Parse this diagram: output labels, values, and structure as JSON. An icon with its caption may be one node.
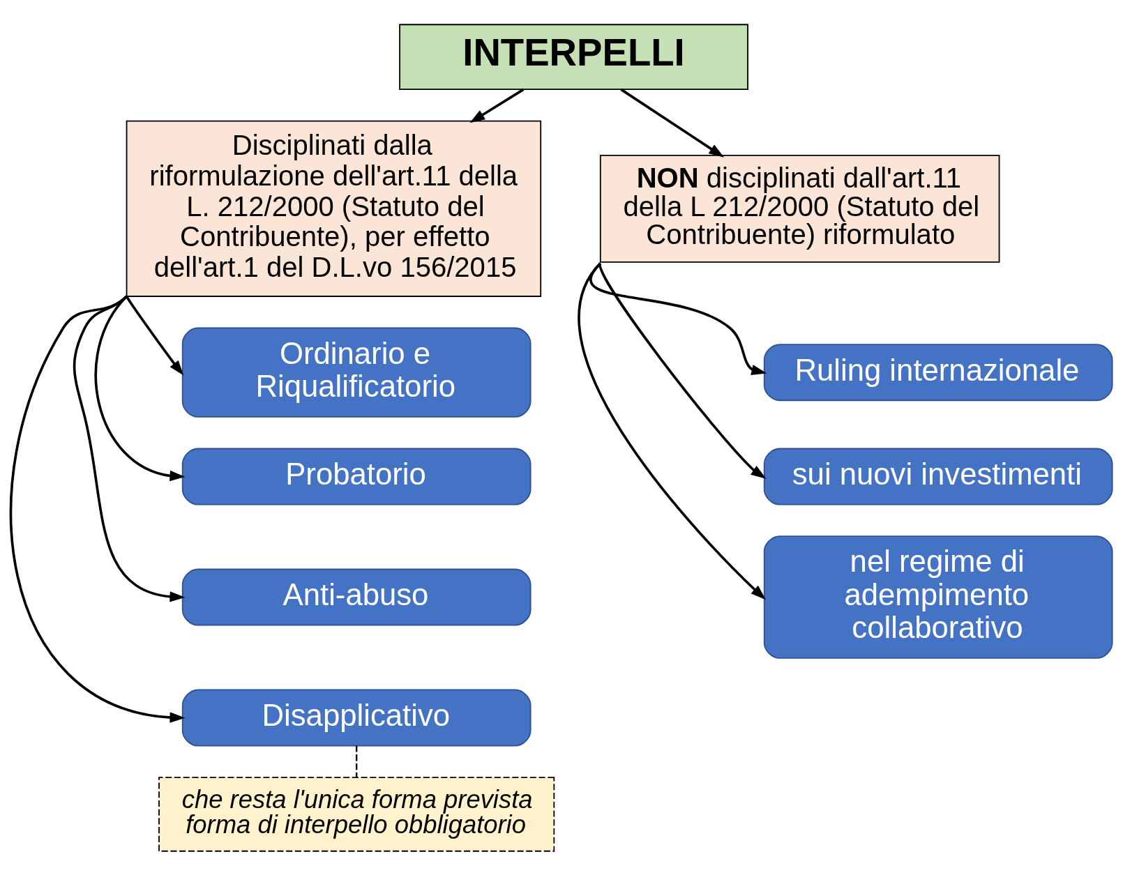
{
  "diagram": {
    "nodes": [
      {
        "text": [
          "INTERPELLI"
        ]
      },
      {
        "text": [
          "Disciplinati dalla riformulazione dell'art.11 della L. 212/2000 (Statuto del Contribuente), per effetto dell'art.1 del D.L.vo 156/2015"
        ]
      },
      {
        "text": [
          "**NON** disciplinati dall'art.11 della L 212/2000 (Statuto del Contribuente) riformulato"
        ]
      },
      {
        "text": [
          "Ordinario e Riqualificatorio"
        ]
      },
      {
        "text": [
          "Probatorio"
        ]
      },
      {
        "text": [
          "Anti-abuso"
        ]
      },
      {
        "text": [
          "Disapplicativo"
        ]
      },
      {
        "text": [
          "che resta l'unica forma prevista forma di interpello obbligatorio"
        ]
      },
      {
        "text": [
          "Ruling internazionale"
        ]
      },
      {
        "text": [
          "sui nuovi investimenti"
        ]
      },
      {
        "text": [
          "nel regime di adempimento collaborativo"
        ]
      }
    ],
    "edges": [
      {
        "from": 0,
        "to": 1,
        "arrow": "to"
      },
      {
        "from": 0,
        "to": 2,
        "arrow": "to"
      },
      {
        "from": 1,
        "to": 3,
        "arrow": "to"
      },
      {
        "from": 1,
        "to": 4,
        "arrow": "to"
      },
      {
        "from": 1,
        "to": 5,
        "arrow": "to"
      },
      {
        "from": 1,
        "to": 6,
        "arrow": "to"
      },
      {
        "from": 6,
        "to": 7,
        "arrow": "none",
        "style": "dashed"
      },
      {
        "from": 2,
        "to": 8,
        "arrow": "to"
      },
      {
        "from": 2,
        "to": 9,
        "arrow": "to"
      },
      {
        "from": 2,
        "to": 10,
        "arrow": "to"
      }
    ]
  }
}
